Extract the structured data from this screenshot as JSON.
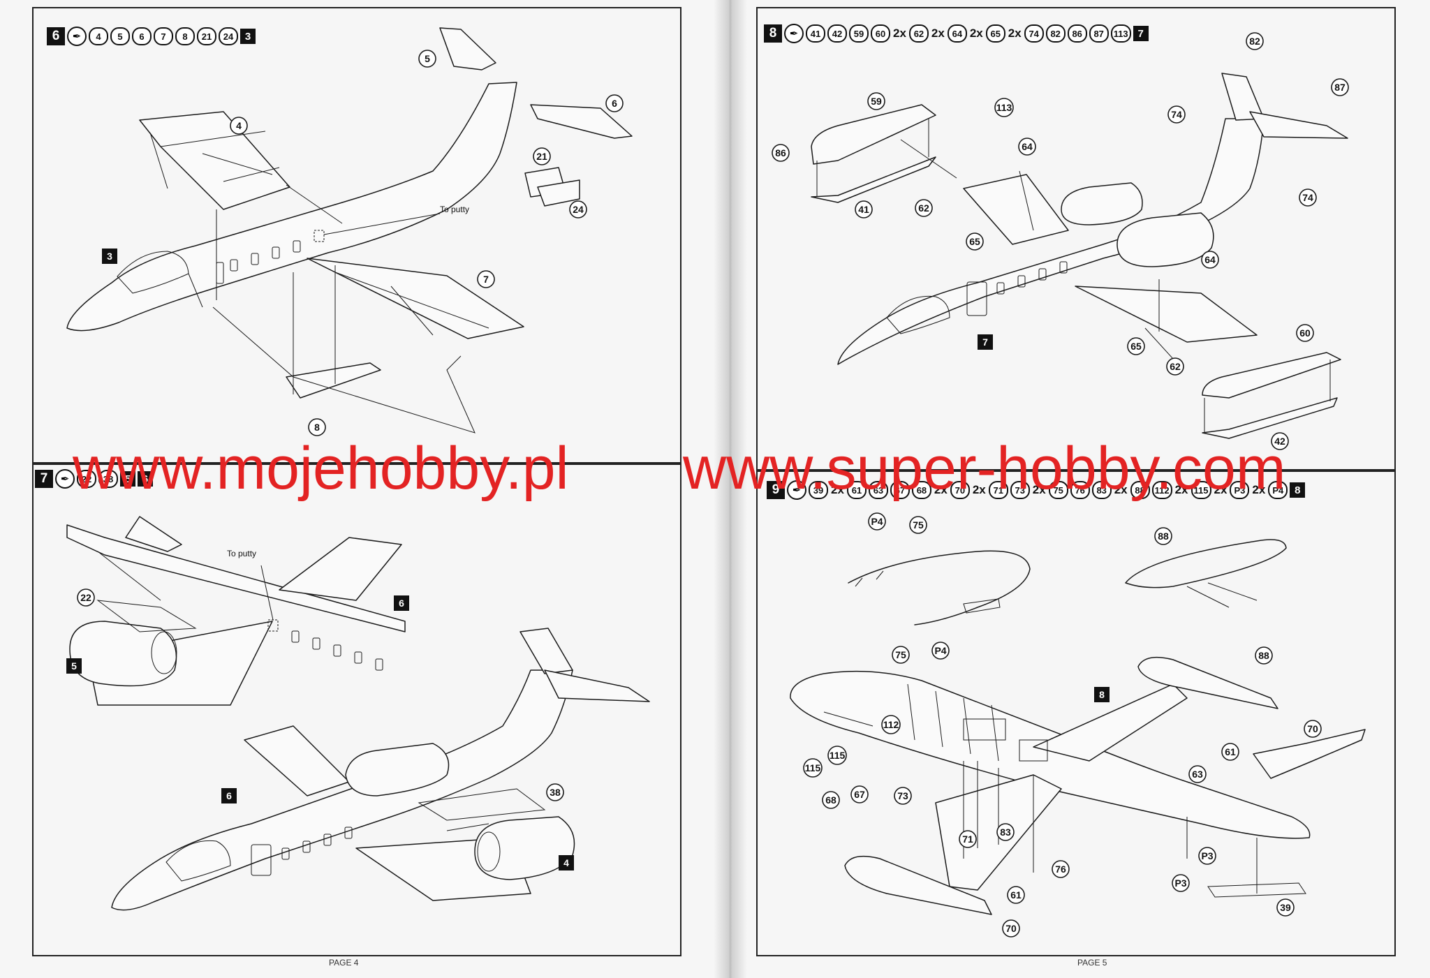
{
  "pages": [
    {
      "footer": "PAGE 4",
      "steps": [
        {
          "number": "6",
          "glue": true,
          "parts": [
            "4",
            "5",
            "6",
            "7",
            "8",
            "21",
            "24"
          ],
          "ref_step": "3",
          "callouts": [
            "5",
            "4",
            "6",
            "21",
            "24",
            "7",
            "8"
          ],
          "sub_refs": [
            "3"
          ],
          "note": "To putty"
        },
        {
          "number": "7",
          "glue": true,
          "parts": [
            "22",
            "38"
          ],
          "ref_steps": [
            "5",
            "6"
          ],
          "callouts": [
            "22",
            "38"
          ],
          "sub_refs": [
            "5",
            "6",
            "6",
            "4"
          ],
          "note": "To putty"
        }
      ]
    },
    {
      "footer": "PAGE 5",
      "steps": [
        {
          "number": "8",
          "glue": true,
          "parts": [
            {
              "n": "41"
            },
            {
              "n": "42"
            },
            {
              "n": "59"
            },
            {
              "n": "60"
            },
            {
              "m": "2x",
              "n": "62"
            },
            {
              "m": "2x",
              "n": "64"
            },
            {
              "m": "2x",
              "n": "65"
            },
            {
              "m": "2x",
              "n": "74"
            },
            {
              "n": "82"
            },
            {
              "n": "86"
            },
            {
              "n": "87"
            },
            {
              "n": "113"
            }
          ],
          "ref_step": "7",
          "callouts": [
            "82",
            "87",
            "59",
            "74",
            "113",
            "86",
            "64",
            "41",
            "62",
            "74",
            "65",
            "64",
            "65",
            "62",
            "60",
            "42"
          ],
          "sub_refs": [
            "7"
          ]
        },
        {
          "number": "9",
          "glue": true,
          "parts": [
            {
              "n": "39"
            },
            {
              "m": "2x",
              "n": "61"
            },
            {
              "n": "63"
            },
            {
              "n": "67"
            },
            {
              "n": "68"
            },
            {
              "m": "2x",
              "n": "70"
            },
            {
              "m": "2x",
              "n": "71"
            },
            {
              "n": "73"
            },
            {
              "m": "2x",
              "n": "75"
            },
            {
              "n": "76"
            },
            {
              "n": "83"
            },
            {
              "m": "2x",
              "n": "88"
            },
            {
              "n": "112"
            },
            {
              "m": "2x",
              "n": "115"
            },
            {
              "m": "2x",
              "n": "P3"
            },
            {
              "m": "2x",
              "n": "P4"
            }
          ],
          "ref_step": "8",
          "callouts": [
            "P4",
            "75",
            "88",
            "75",
            "P4",
            "88",
            "112",
            "115",
            "61",
            "70",
            "115",
            "63",
            "68",
            "67",
            "73",
            "71",
            "83",
            "76",
            "61",
            "70",
            "P3",
            "P3",
            "39"
          ],
          "sub_refs": [
            "8"
          ]
        }
      ]
    }
  ],
  "watermarks": [
    "www.mojehobby.pl",
    "www.super-hobby.com"
  ],
  "colors": {
    "watermark": "#e32323",
    "ink": "#111111",
    "paper": "#f6f6f6"
  }
}
